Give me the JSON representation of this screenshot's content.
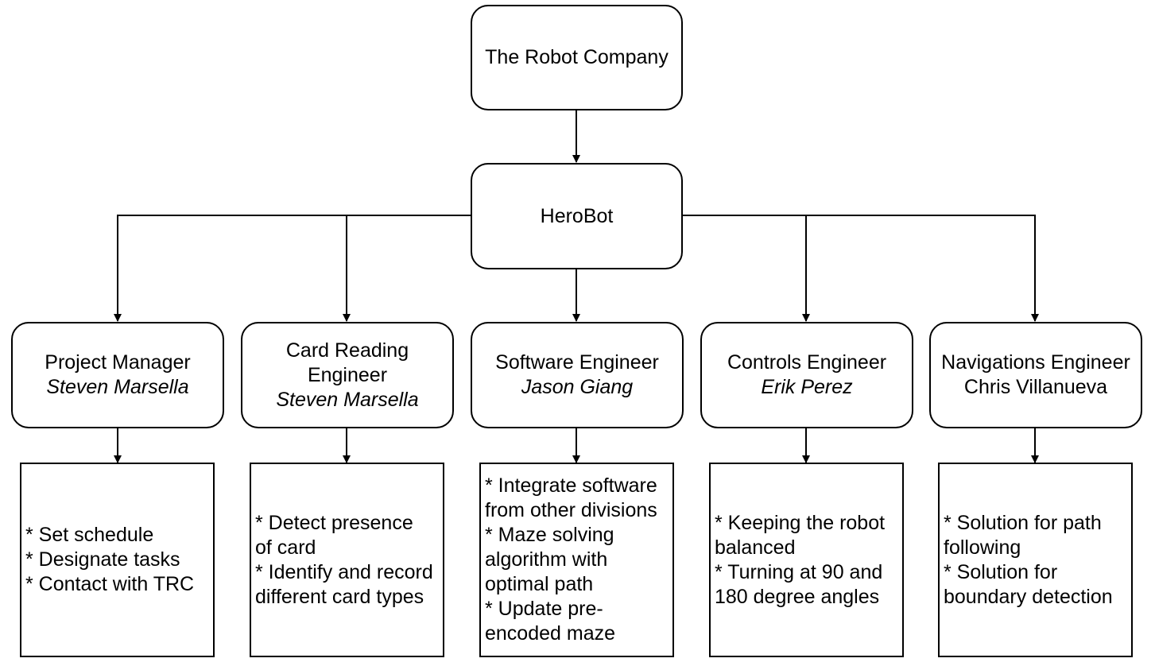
{
  "root": {
    "label": "The Robot Company"
  },
  "project": {
    "label": "HeroBot"
  },
  "roles": [
    {
      "title_lines": [
        "Project Manager"
      ],
      "name": "Steven Marsella",
      "name_italic": true,
      "tasks": [
        "* Set schedule",
        "* Designate tasks",
        "* Contact with TRC"
      ]
    },
    {
      "title_lines": [
        "Card Reading",
        "Engineer"
      ],
      "name": "Steven Marsella",
      "name_italic": true,
      "tasks": [
        "* Detect presence",
        "of card",
        "* Identify and record",
        "different card types"
      ]
    },
    {
      "title_lines": [
        "Software Engineer"
      ],
      "name": "Jason Giang",
      "name_italic": true,
      "tasks": [
        "* Integrate software",
        "from other divisions",
        "* Maze solving",
        "algorithm with",
        "optimal path",
        "* Update pre-",
        "encoded maze"
      ]
    },
    {
      "title_lines": [
        "Controls Engineer"
      ],
      "name": "Erik Perez",
      "name_italic": true,
      "tasks": [
        "* Keeping the robot",
        "balanced",
        "* Turning at 90 and",
        "180 degree angles"
      ]
    },
    {
      "title_lines": [
        "Navigations Engineer"
      ],
      "name": "Chris Villanueva",
      "name_italic": false,
      "tasks": [
        "* Solution for path",
        "following",
        "* Solution for",
        "boundary detection"
      ]
    }
  ]
}
